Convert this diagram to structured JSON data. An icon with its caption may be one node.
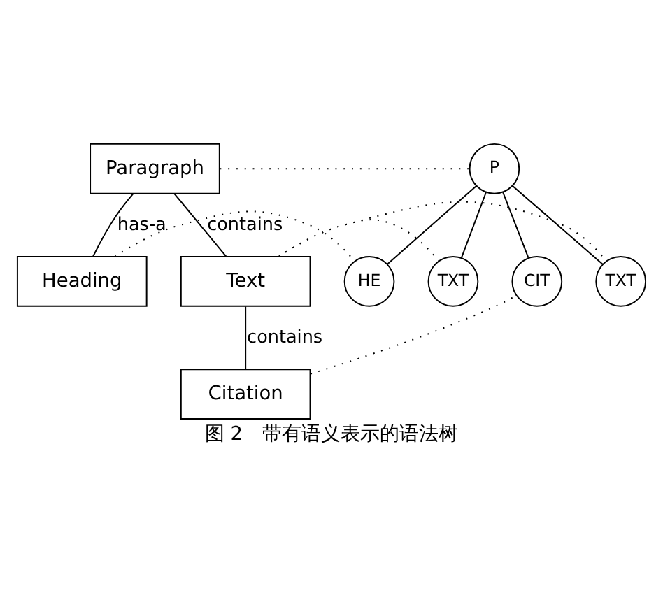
{
  "diagram": {
    "caption": "图 2　带有语义表示的语法树",
    "nodes": [
      {
        "text": [
          "Paragraph"
        ]
      },
      {
        "text": [
          "Heading"
        ]
      },
      {
        "text": [
          "Text"
        ]
      },
      {
        "text": [
          "Citation"
        ]
      },
      {
        "text": [
          "P"
        ]
      },
      {
        "text": [
          "HE"
        ]
      },
      {
        "text": [
          "TXT"
        ]
      },
      {
        "text": [
          "CIT"
        ]
      },
      {
        "text": [
          "TXT"
        ]
      }
    ],
    "edges": [
      {
        "from": 0,
        "to": 1,
        "arrow": "none",
        "label": "has-a"
      },
      {
        "from": 0,
        "to": 2,
        "arrow": "none",
        "label": "contains"
      },
      {
        "from": 2,
        "to": 3,
        "arrow": "none",
        "label": "contains"
      },
      {
        "from": 0,
        "to": 4,
        "arrow": "none",
        "style": "dashed"
      },
      {
        "from": 1,
        "to": 5,
        "arrow": "none",
        "style": "dashed"
      },
      {
        "from": 2,
        "to": 6,
        "arrow": "none",
        "style": "dashed"
      },
      {
        "from": 2,
        "to": 8,
        "arrow": "none",
        "style": "dashed"
      },
      {
        "from": 3,
        "to": 7,
        "arrow": "none",
        "style": "dashed"
      },
      {
        "from": 4,
        "to": 5,
        "arrow": "none"
      },
      {
        "from": 4,
        "to": 6,
        "arrow": "none"
      },
      {
        "from": 4,
        "to": 7,
        "arrow": "none"
      },
      {
        "from": 4,
        "to": 8,
        "arrow": "none"
      }
    ]
  }
}
